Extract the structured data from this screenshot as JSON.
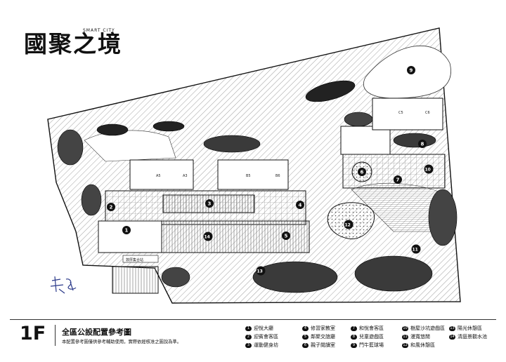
{
  "brand": {
    "name": "國聚之境",
    "tagline": "SMART CITY"
  },
  "floor_label": "1F",
  "plan_title": "全區公設配置參考圖",
  "note": "本配置參考圖僅供參考輔助使用，實際依經核准之圖說為準。",
  "site_numbers": [
    "1",
    "2",
    "3",
    "4",
    "5",
    "6",
    "7",
    "8",
    "9",
    "10",
    "11",
    "12",
    "13",
    "14"
  ],
  "unit_labels": [
    "A5",
    "A3",
    "B5",
    "B6",
    "C5",
    "C6"
  ],
  "signboard": "敦厚集合站",
  "legend": [
    {
      "num": "1",
      "label": "迎悅大廳"
    },
    {
      "num": "2",
      "label": "迎賓會客區"
    },
    {
      "num": "3",
      "label": "運動健身坊"
    },
    {
      "num": "4",
      "label": "修習家教室"
    },
    {
      "num": "5",
      "label": "鄰聚交誼廳"
    },
    {
      "num": "6",
      "label": "親子閱讀室"
    },
    {
      "num": "7",
      "label": "和悅會客區"
    },
    {
      "num": "8",
      "label": "兒童遊戲區"
    },
    {
      "num": "9",
      "label": "門牛藍球場"
    },
    {
      "num": "10",
      "label": "樹屋沙坑遊戲區"
    },
    {
      "num": "11",
      "label": "漫寬悠閒"
    },
    {
      "num": "12",
      "label": "和風休憩區"
    },
    {
      "num": "13",
      "label": "陽光休憩區"
    },
    {
      "num": "14",
      "label": "清庭景觀水池"
    }
  ],
  "colors": {
    "ink": "#111111",
    "hatch": "#555555",
    "paper": "#ffffff"
  }
}
